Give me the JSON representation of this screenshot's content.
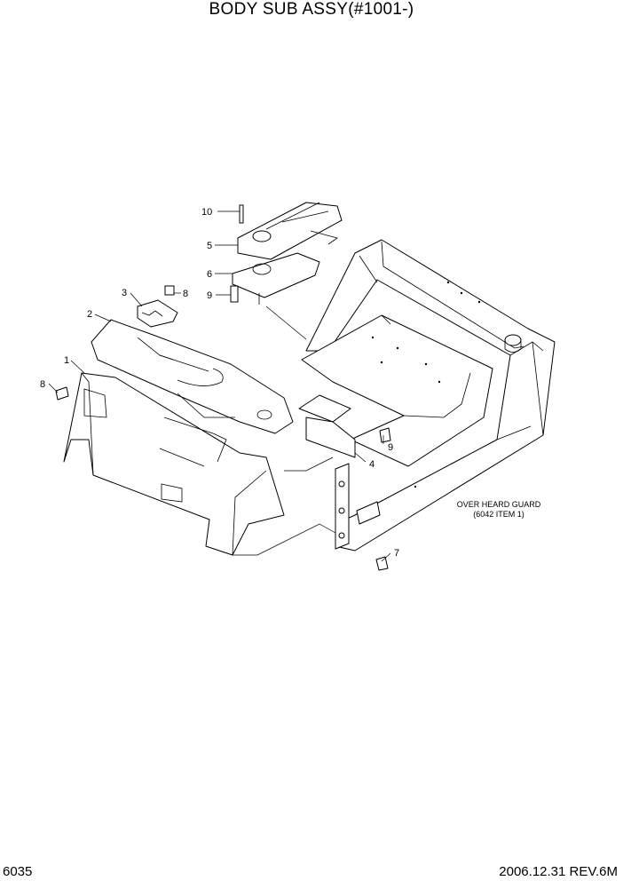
{
  "title": "BODY SUB ASSY(#1001-)",
  "footer": {
    "page_code": "6035",
    "revision": "2006.12.31 REV.6M"
  },
  "callouts": [
    "1",
    "2",
    "3",
    "4",
    "5",
    "6",
    "7",
    "8",
    "8",
    "9",
    "9",
    "10"
  ],
  "note": {
    "line1": "OVER HEARD GUARD",
    "line2": "(6042 ITEM 1)"
  }
}
